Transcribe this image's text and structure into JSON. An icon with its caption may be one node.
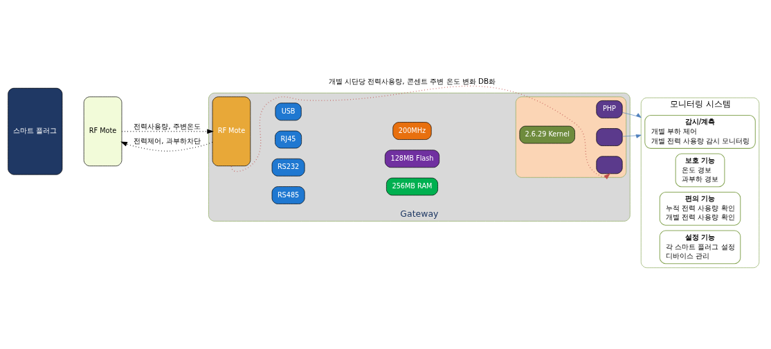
{
  "diagram": {
    "nodes": [
      {
        "text": [
          "스마트 플러그"
        ]
      },
      {
        "text": [
          "RF Mote"
        ]
      },
      {
        "text": [
          "Gateway"
        ]
      },
      {
        "text": [
          "RF Mote"
        ],
        "in": 2
      },
      {
        "text": [
          "USB"
        ],
        "in": 2
      },
      {
        "text": [
          "RJ45"
        ],
        "in": 2
      },
      {
        "text": [
          "RS232"
        ],
        "in": 2
      },
      {
        "text": [
          "RS485"
        ],
        "in": 2
      },
      {
        "text": [
          "200MHz"
        ],
        "in": 2
      },
      {
        "text": [
          "128MB Flash"
        ],
        "in": 2
      },
      {
        "text": [
          "256MB RAM"
        ],
        "in": 2
      },
      {
        "text": [],
        "shape": "box",
        "in": 2
      },
      {
        "text": [
          "2.6.29 Kernel"
        ],
        "in": 11
      },
      {
        "text": [
          "PHP"
        ],
        "in": 11
      },
      {
        "text": [],
        "shape": "box",
        "in": 11
      },
      {
        "text": [],
        "shape": "box",
        "in": 11
      },
      {
        "text": [
          "모니터링 시스템"
        ]
      },
      {
        "text": [
          "감시/계측",
          "개별 부하 제어",
          "개별 전력 사용량 감시 모니터링"
        ],
        "in": 16
      },
      {
        "text": [
          "보호 기능",
          "온도 경보",
          "과부하 경보"
        ],
        "in": 16
      },
      {
        "text": [
          "편의 기능",
          "누적 전력 사용량 확인",
          "개별 전력 사용량 확인"
        ],
        "in": 16
      },
      {
        "text": [
          "설정 기능",
          "각 스마트 플러그 설정",
          "디바이스 관리"
        ],
        "in": 16
      }
    ],
    "edges": [
      {
        "from": 3,
        "to": 1,
        "arrow": "to",
        "style": "dashed",
        "label": "전력제어, 과부하차단"
      },
      {
        "from": 1,
        "to": 3,
        "arrow": "to",
        "style": "dashed",
        "label": "전력사용량, 주변온도"
      },
      {
        "from": 3,
        "to": 15,
        "arrow": "to",
        "style": "dashed",
        "color": "#c0504d",
        "label": "개별 시단당 전력사용량, 콘센트 주변 온도 변화 DB화"
      },
      {
        "from": 13,
        "to": 16,
        "arrow": "to",
        "color": "#4f81bd"
      },
      {
        "from": 14,
        "to": 16,
        "arrow": "to",
        "color": "#4f81bd"
      }
    ]
  }
}
